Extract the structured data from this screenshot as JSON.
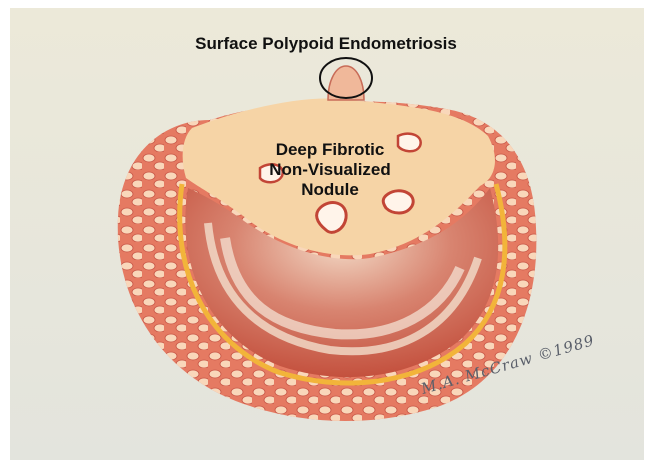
{
  "labels": {
    "surface_title": "Surface Polypoid Endometriosis",
    "nodule_line1": "Deep Fibrotic",
    "nodule_line2": "Non-Visualized",
    "nodule_line3": "Nodule"
  },
  "signature": "M.A. McCraw ©1989",
  "colors": {
    "background": "#ede9d8",
    "outer_tissue": "#e0705a",
    "cell": "#fbe1c4",
    "nodule": "#f6d4a6",
    "lumen_band": "#c9503e",
    "yellow_rim": "#f2b43a",
    "circle_outline": "#111111"
  }
}
